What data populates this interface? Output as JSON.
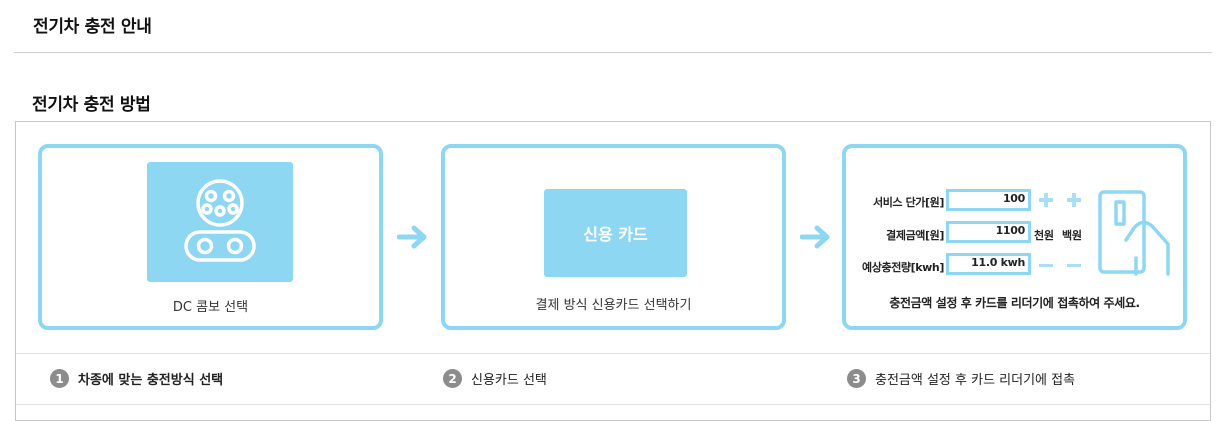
{
  "header": {
    "title": "전기차 충전 안내"
  },
  "section": {
    "title": "전기차 충전 방법"
  },
  "cards": {
    "card1": {
      "caption": "DC 콤보 선택",
      "icon": "ev-plug-icon"
    },
    "card2": {
      "button_label": "신용 카드",
      "caption": "결제 방식 신용카드 선택하기"
    },
    "card3": {
      "rows": [
        {
          "label": "서비스 단가[원]",
          "value": "100"
        },
        {
          "label": "결제금액[원]",
          "value": "1100"
        },
        {
          "label": "예상충전량[kwh]",
          "value": "11.0 kwh"
        }
      ],
      "unit_thousand": "천원",
      "unit_hundred": "백원",
      "caption": "충전금액 설정 후 카드를 리더기에 접촉하여 주세요.",
      "icon": "card-tap-icon"
    }
  },
  "steps": [
    {
      "num": "1",
      "label": "차종에 맞는 충전방식 선택"
    },
    {
      "num": "2",
      "label": "신용카드 선택"
    },
    {
      "num": "3",
      "label": "충전금액 설정 후 카드 리더기에 접촉"
    }
  ],
  "colors": {
    "accent": "#8ed7f3",
    "step_badge": "#8c8c8c",
    "divider": "#cfcfcf"
  }
}
